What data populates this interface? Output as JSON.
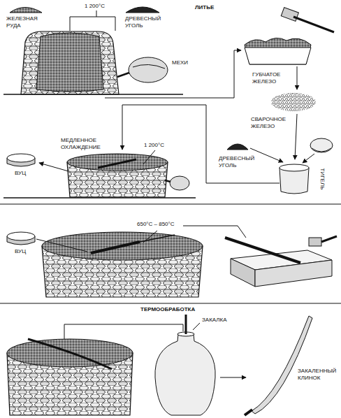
{
  "diagram": {
    "labels": [
      "ЛИТЬЕ",
      "1 200°C",
      "ЖЕЛЕЗНАЯ РУДА",
      "ДРЕВЕСНЫЙ УГОЛЬ",
      "МЕХИ",
      "ГУБЧАТОЕ ЖЕЛЕЗО",
      "СВАРОЧНОЕ ЖЕЛЕЗО",
      "МЕДЛЕННОЕ ОХЛАЖДЕНИЕ",
      "1 200°C",
      "ВУЦ",
      "ДРЕВЕСНЫЙ УГОЛЬ",
      "ТИГЕЛЬ",
      "650°C – 850°C",
      "ВУЦ",
      "ТЕРМООБРАБОТКА",
      "ЗАКАЛКА",
      "ЗАКАЛЕННЫЙ КЛИНОК"
    ]
  }
}
